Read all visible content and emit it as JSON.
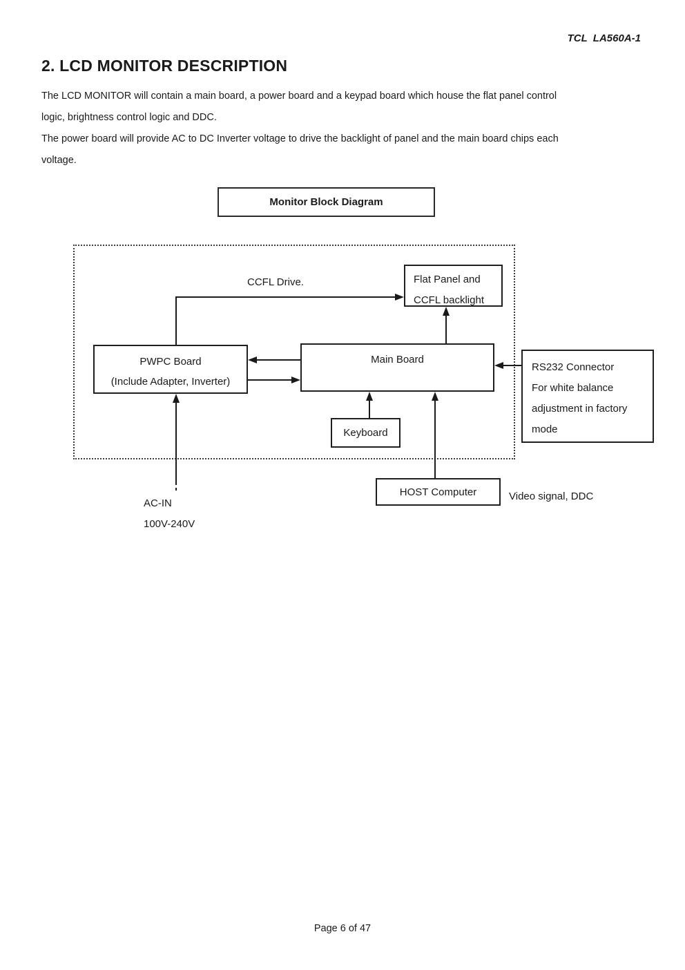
{
  "header": {
    "doc_id": "TCL  LA560A-1"
  },
  "heading": "2. LCD MONITOR DESCRIPTION",
  "paragraphs": [
    [
      "The LCD MONITOR will contain a main board, a power board and a keypad board which house the flat panel control",
      "logic, brightness control logic and DDC."
    ],
    [
      "The power board will provide AC to DC Inverter voltage to drive the backlight of panel and the main board chips each",
      "voltage."
    ]
  ],
  "diagram": {
    "title": "Monitor Block Diagram",
    "nodes": {
      "flat_panel": [
        "Flat Panel and",
        "CCFL backlight"
      ],
      "pwpc": [
        "PWPC Board",
        "(Include Adapter, Inverter)"
      ],
      "main_board": "Main Board",
      "keyboard": "Keyboard",
      "rs232": [
        "RS232 Connector",
        "For white balance",
        "adjustment in factory",
        "mode"
      ],
      "host": "HOST Computer"
    },
    "labels": {
      "ccfl_drive": "CCFL Drive.",
      "ac_in": [
        "AC-IN",
        "100V-240V"
      ],
      "video_signal": "Video signal, DDC"
    },
    "colors": {
      "ink": "#1a1a1a",
      "background": "#ffffff"
    }
  },
  "footer": "Page 6 of 47"
}
